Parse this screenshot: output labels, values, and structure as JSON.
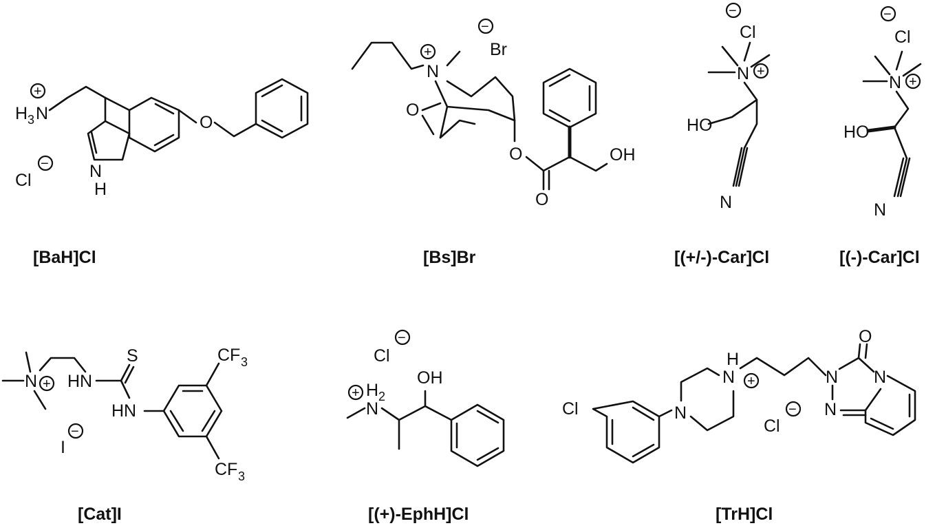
{
  "compounds": [
    {
      "label": "[BaH]Cl",
      "atoms": {
        "n": "N",
        "h3": "H",
        "sub3": "3",
        "cl": "Cl",
        "nh_n": "N",
        "nh_h": "H",
        "o": "O"
      }
    },
    {
      "label": "[Bs]Br",
      "atoms": {
        "n": "N",
        "br": "Br",
        "o1": "O",
        "o2": "O",
        "o3": "O",
        "oh": "OH"
      }
    },
    {
      "label": "[(+/-)-Car]Cl",
      "atoms": {
        "cl": "Cl",
        "n": "N",
        "ho": "HO",
        "n2": "N"
      }
    },
    {
      "label": "[(-)-Car]Cl",
      "atoms": {
        "cl": "Cl",
        "n": "N",
        "ho": "HO",
        "n2": "N"
      }
    },
    {
      "label": "[Cat]I",
      "atoms": {
        "n": "N",
        "hn1": "HN",
        "s": "S",
        "hn2": "HN",
        "cf3a": "CF",
        "cf3b": "CF",
        "sub3": "3",
        "i": "I"
      }
    },
    {
      "label": "[(+)-EphH]Cl",
      "atoms": {
        "cl": "Cl",
        "h2": "H",
        "sub2": "2",
        "n": "N",
        "oh": "OH"
      }
    },
    {
      "label": "[TrH]Cl",
      "atoms": {
        "cl1": "Cl",
        "n1": "N",
        "h": "H",
        "n2": "N",
        "cl2": "Cl",
        "o": "O",
        "n3": "N",
        "n4": "N",
        "n5": "N"
      }
    }
  ],
  "charges": {
    "plus": "+",
    "minus": "−"
  }
}
